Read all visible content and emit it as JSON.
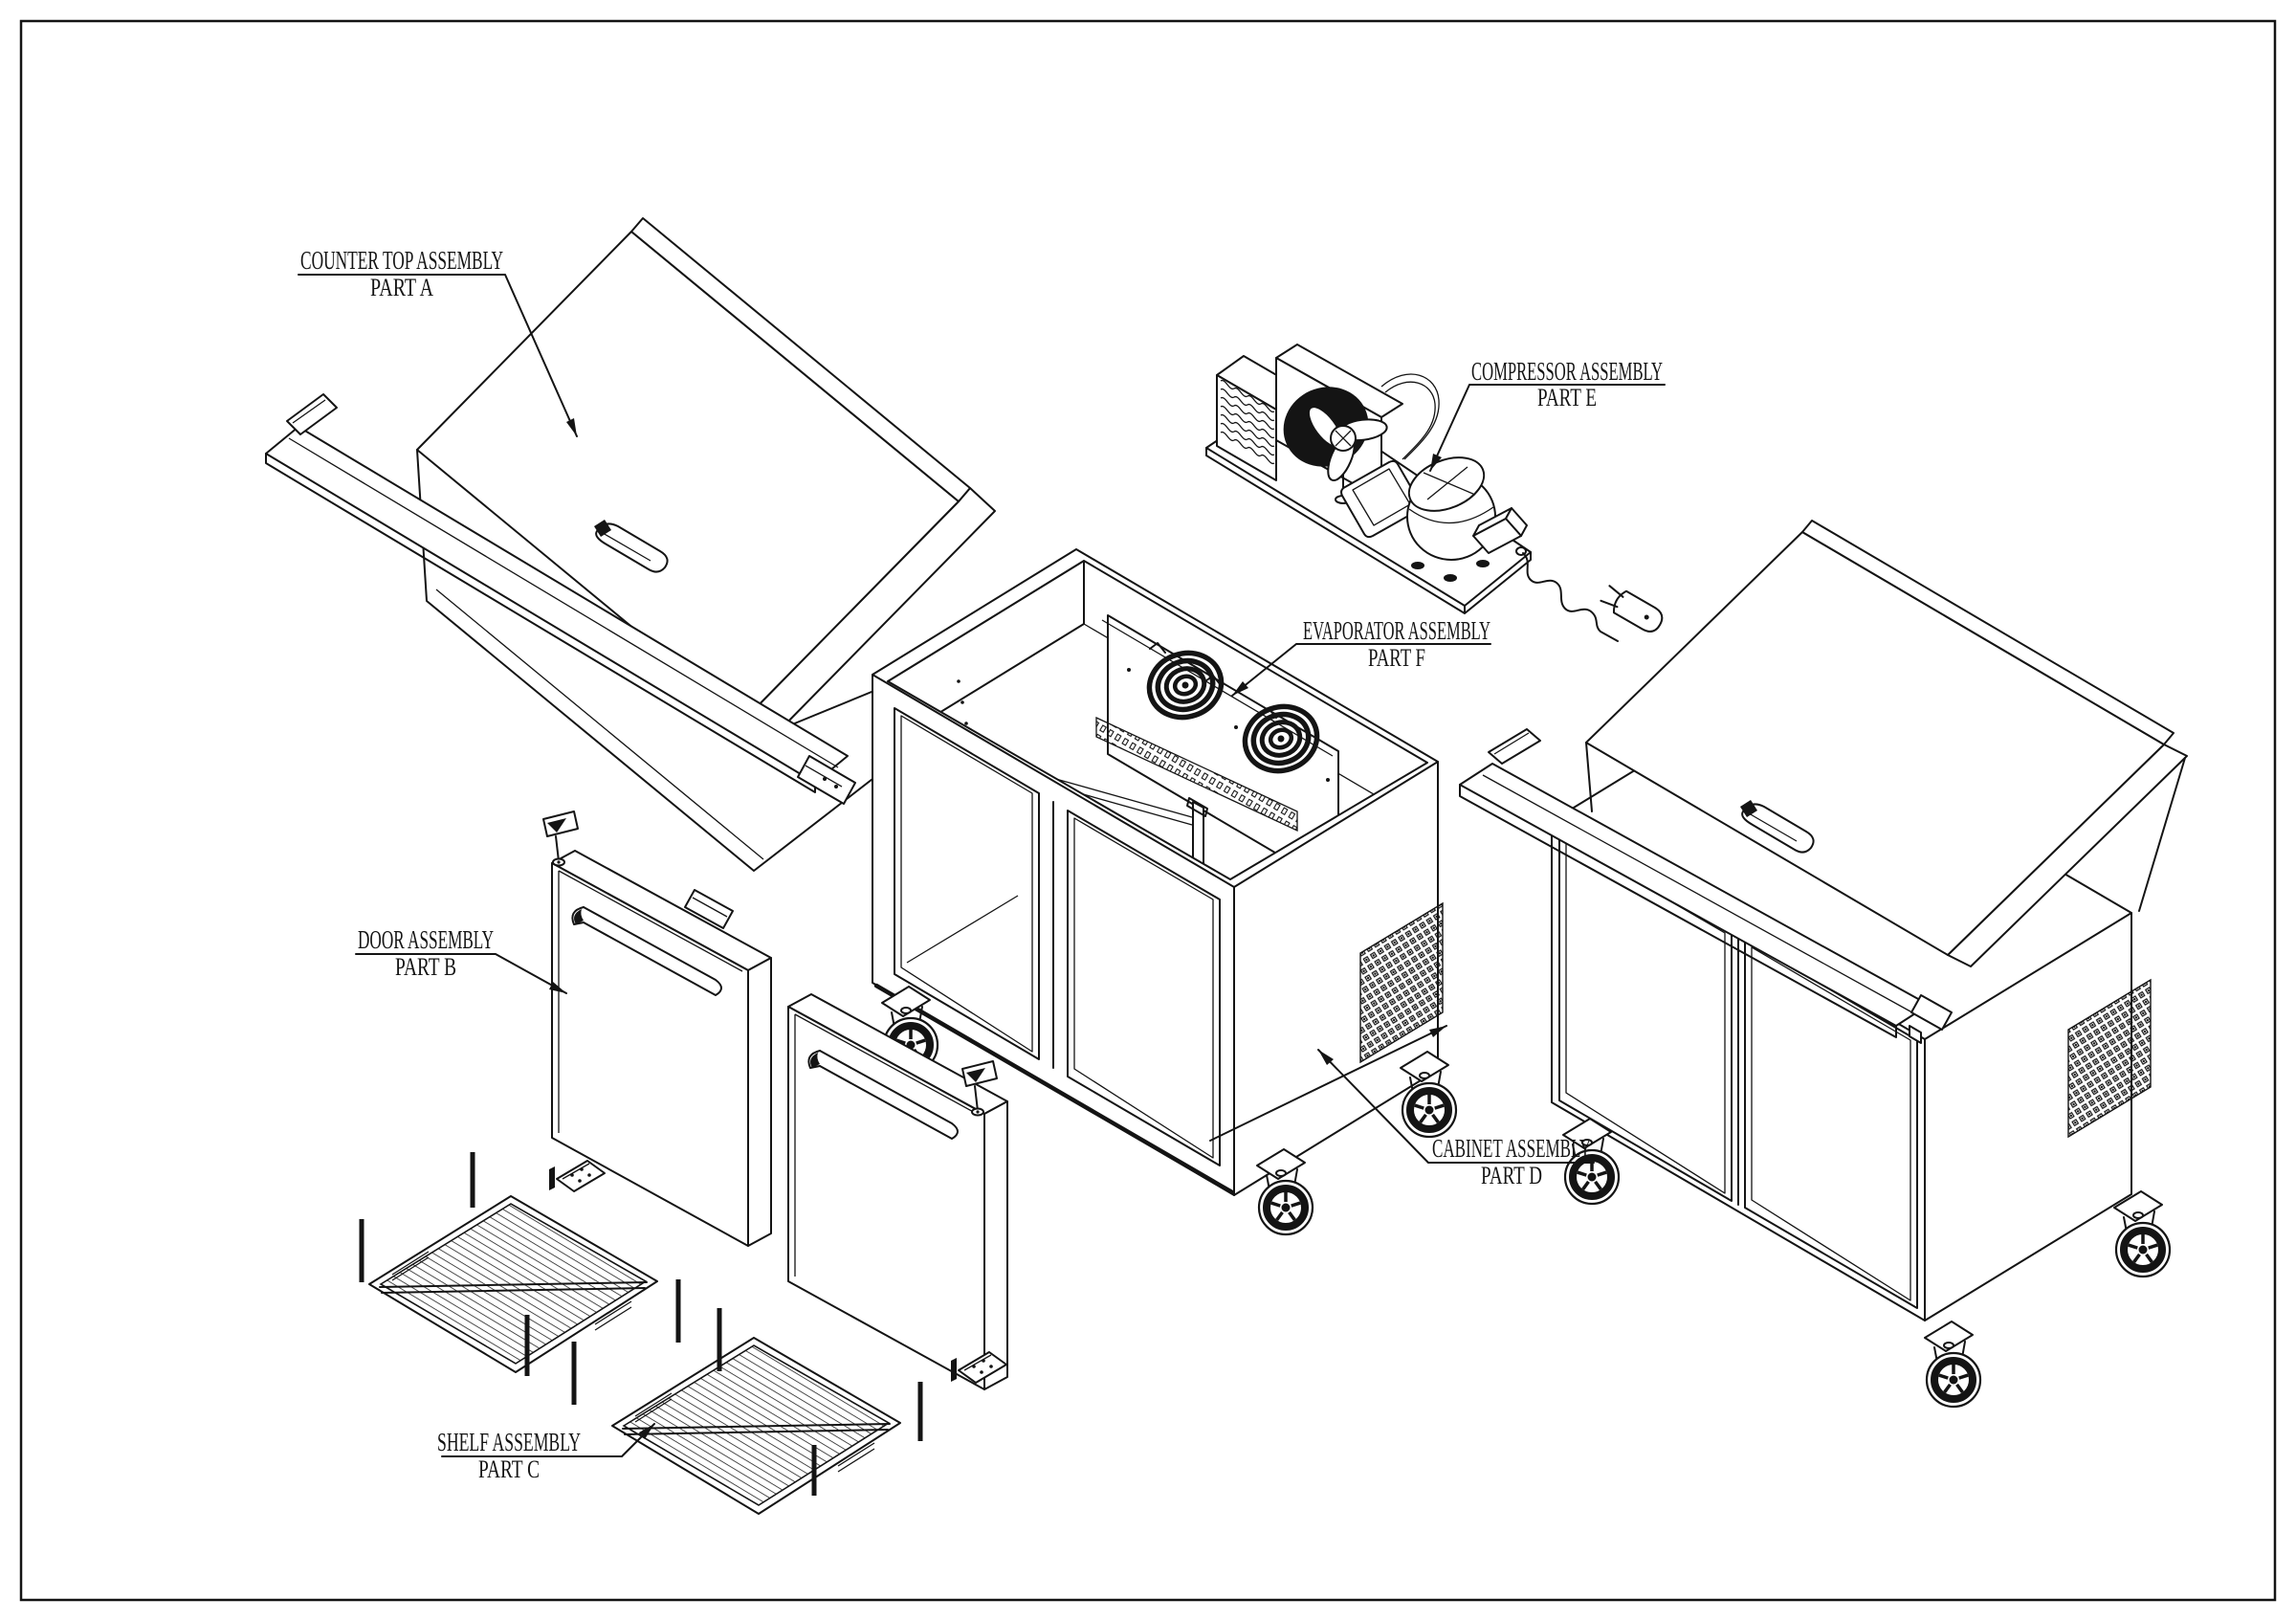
{
  "diagram": {
    "type": "exploded-assembly-technical-drawing",
    "labels": [
      {
        "line1": "COUNTER TOP ASSEMBLY",
        "line2": "PART A"
      },
      {
        "line1": "DOOR ASSEMBLY",
        "line2": "PART B"
      },
      {
        "line1": "SHELF ASSEMBLY",
        "line2": "PART C"
      },
      {
        "line1": "CABINET ASSEMBLY",
        "line2": "PART D"
      },
      {
        "line1": "COMPRESSOR ASSEMBLY",
        "line2": "PART E"
      },
      {
        "line1": "EVAPORATOR ASSEMBLY",
        "line2": "PART F"
      }
    ],
    "colors": {
      "ink": "#141414",
      "paper": "#ffffff"
    }
  }
}
